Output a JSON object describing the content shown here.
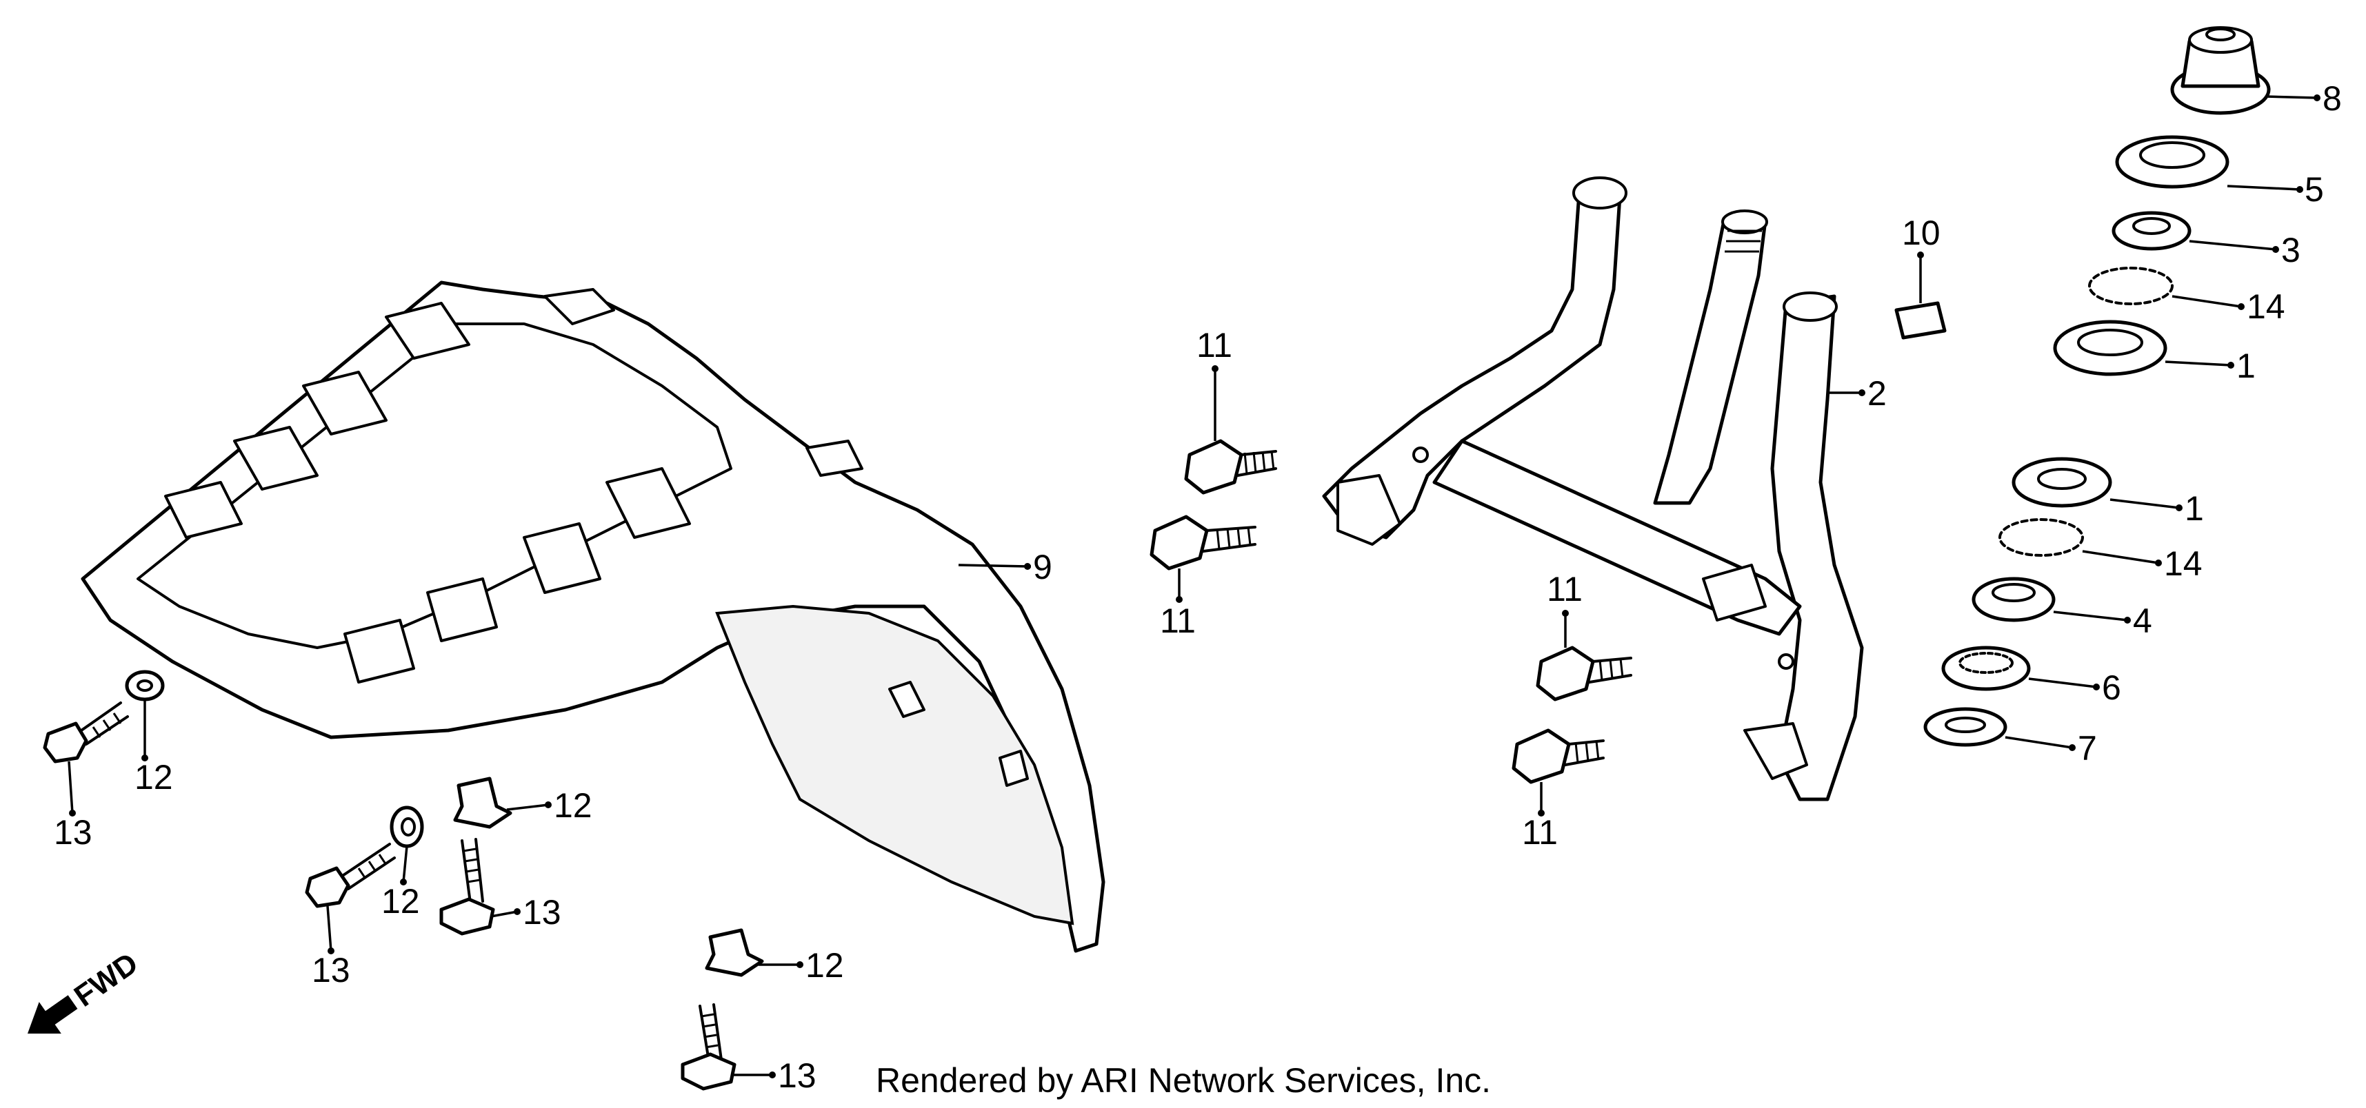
{
  "callouts": {
    "c1a": "1",
    "c1b": "1",
    "c2": "2",
    "c3": "3",
    "c4": "4",
    "c5": "5",
    "c6": "6",
    "c7": "7",
    "c8": "8",
    "c9": "9",
    "c10": "10",
    "c11a": "11",
    "c11b": "11",
    "c11c": "11",
    "c11d": "11",
    "c12a": "12",
    "c12b": "12",
    "c12c": "12",
    "c12d": "12",
    "c13a": "13",
    "c13b": "13",
    "c13c": "13",
    "c13d": "13",
    "c14a": "14",
    "c14b": "14"
  },
  "direction_label": "FWD",
  "credit": "Rendered by ARI Network Services, Inc."
}
